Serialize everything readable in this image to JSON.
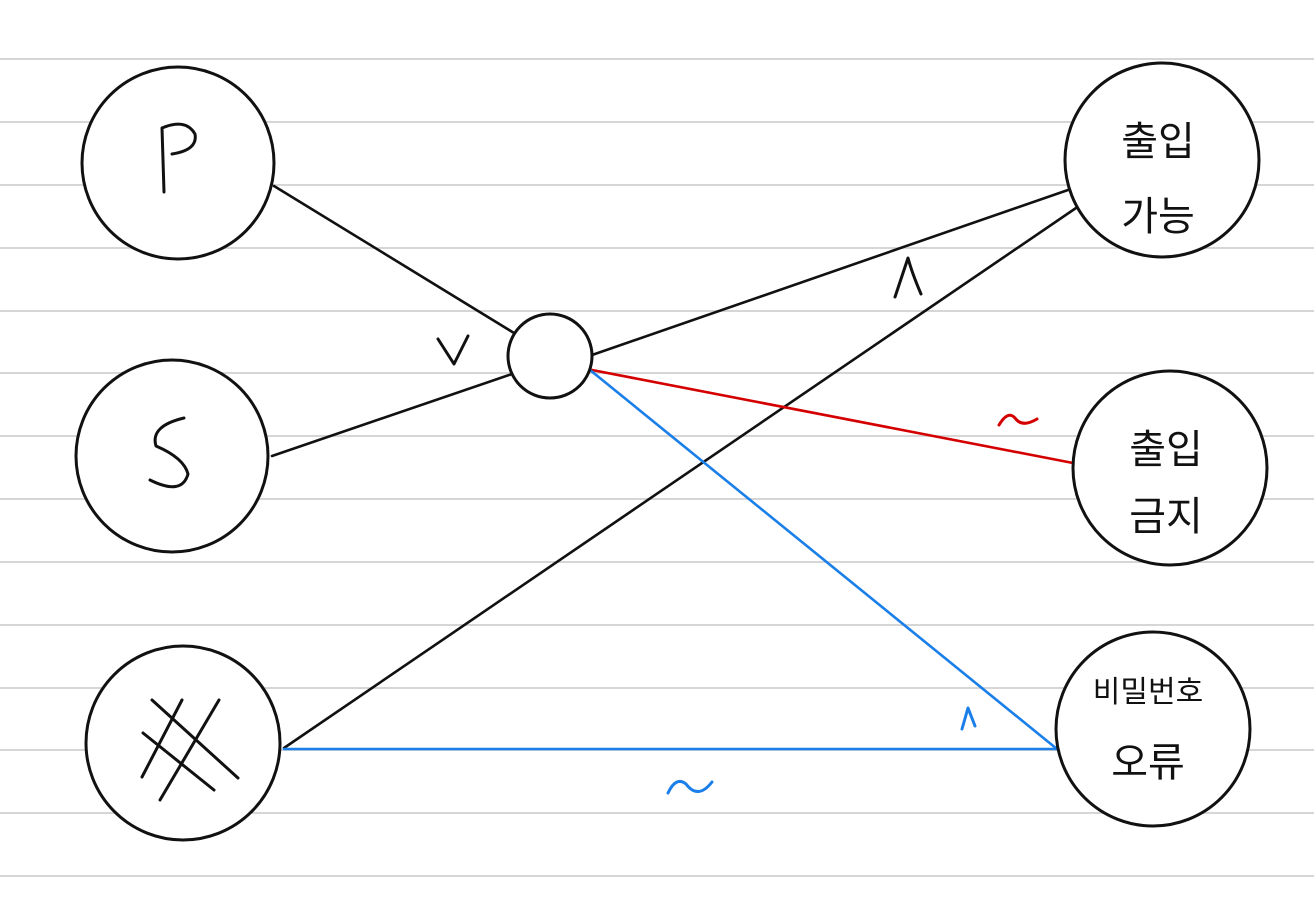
{
  "diagram": {
    "inputs": {
      "p": {
        "label": "P"
      },
      "s": {
        "label": "S"
      },
      "hash": {
        "label": "#"
      }
    },
    "outputs": {
      "entry_allowed": {
        "label_line1": "출입",
        "label_line2": "가능"
      },
      "entry_denied": {
        "label_line1": "출입",
        "label_line2": "금지"
      },
      "password_error": {
        "label_line1": "비밀번호",
        "label_line2": "오류"
      }
    },
    "operators": {
      "or": "∨",
      "and_black": "∧",
      "and_blue": "∧",
      "not_red": "~",
      "not_blue": "~"
    },
    "colors": {
      "black": "#111111",
      "red": "#d40000",
      "blue": "#1a7fe8"
    }
  }
}
